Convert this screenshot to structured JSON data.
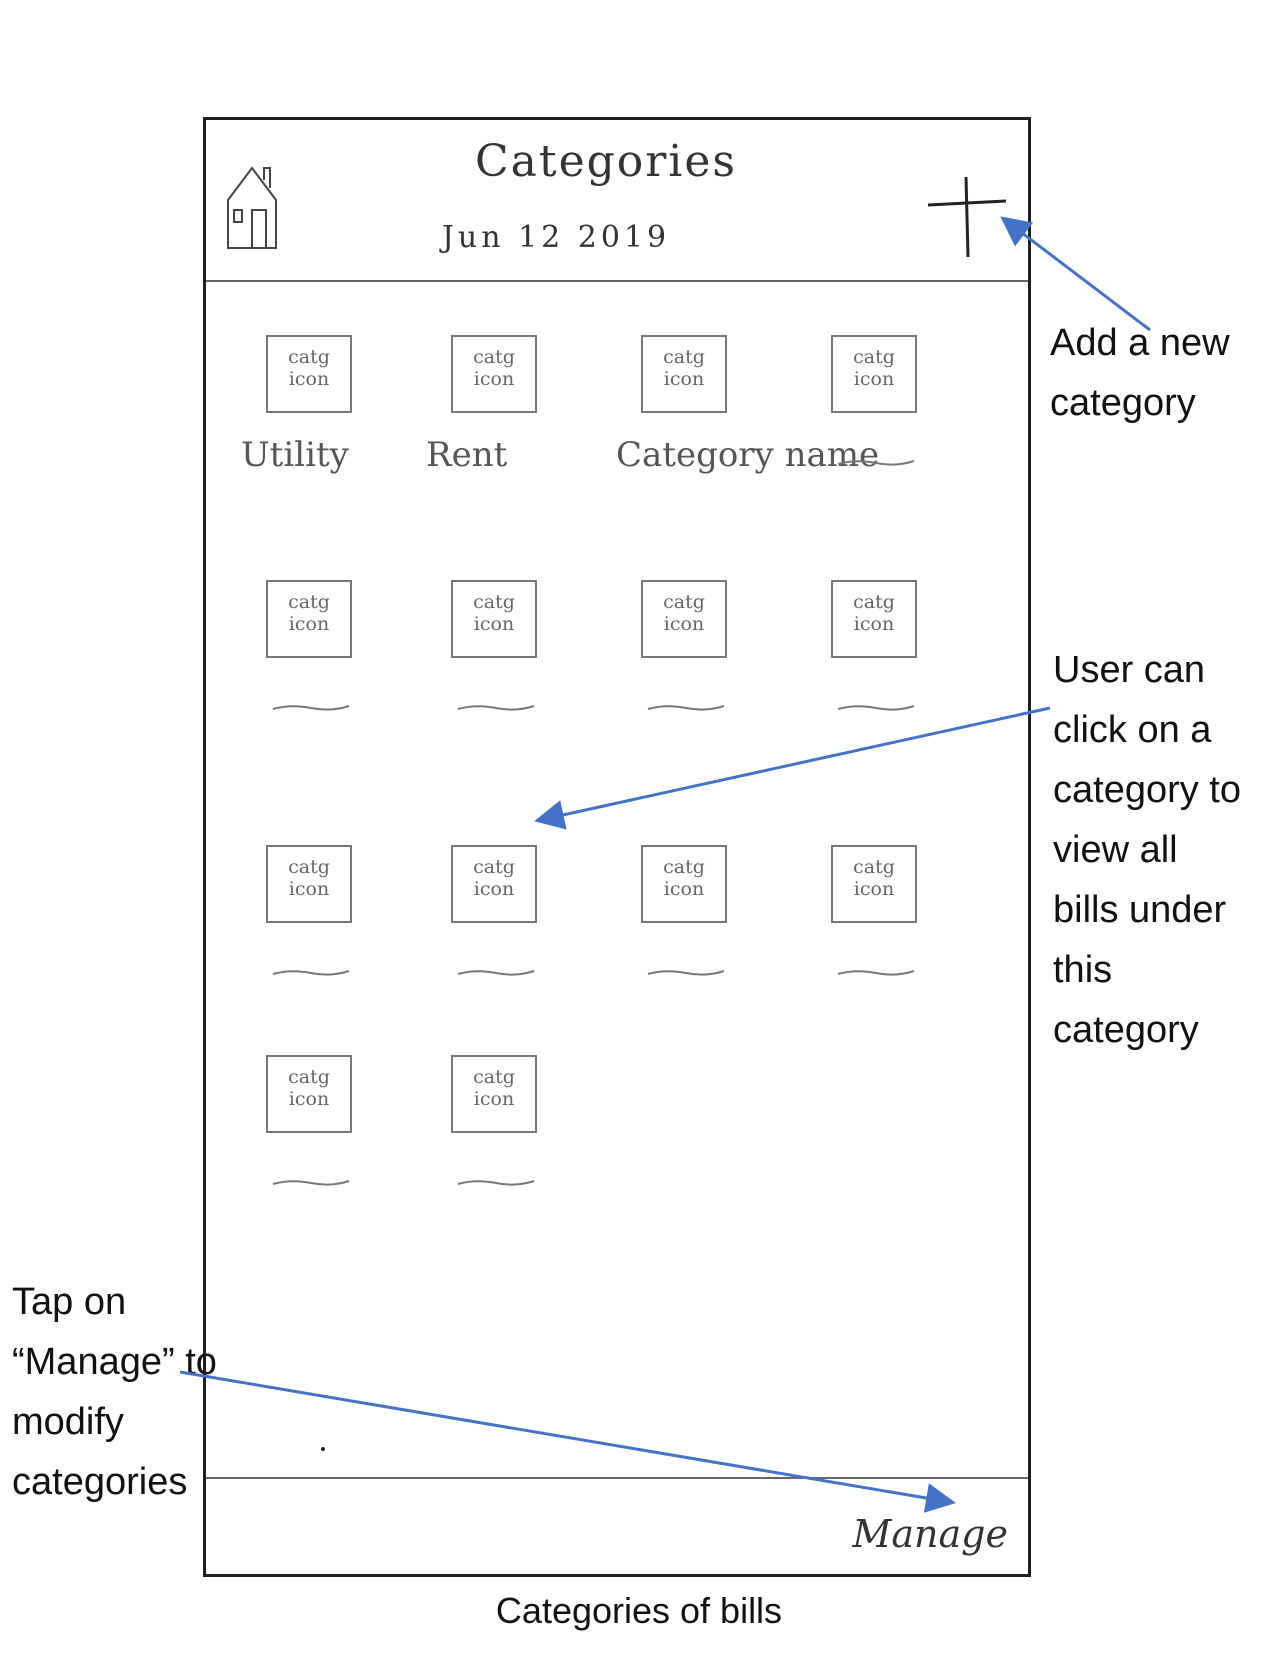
{
  "header": {
    "title": "Categories",
    "date": "Jun 12 2019",
    "home_icon": "home-icon",
    "add_icon": "plus-icon"
  },
  "categories": [
    {
      "icon_label": "catg icon",
      "name": "Utility"
    },
    {
      "icon_label": "catg icon",
      "name": "Rent"
    },
    {
      "icon_label": "catg icon",
      "name": "Category name"
    },
    {
      "icon_label": "catg icon",
      "name": ""
    },
    {
      "icon_label": "catg icon",
      "name": ""
    },
    {
      "icon_label": "catg icon",
      "name": ""
    },
    {
      "icon_label": "catg icon",
      "name": ""
    },
    {
      "icon_label": "catg icon",
      "name": ""
    },
    {
      "icon_label": "catg icon",
      "name": ""
    },
    {
      "icon_label": "catg icon",
      "name": ""
    },
    {
      "icon_label": "catg icon",
      "name": ""
    },
    {
      "icon_label": "catg icon",
      "name": ""
    },
    {
      "icon_label": "catg icon",
      "name": ""
    },
    {
      "icon_label": "catg icon",
      "name": ""
    }
  ],
  "footer": {
    "manage_label": "Manage"
  },
  "annotations": {
    "add": "Add a new category",
    "click": "User can click on a category to view all bills under this category",
    "manage": "Tap on “Manage” to modify categories",
    "caption": "Categories of bills"
  },
  "colors": {
    "arrow": "#4472c4",
    "sketch": "#555555"
  }
}
